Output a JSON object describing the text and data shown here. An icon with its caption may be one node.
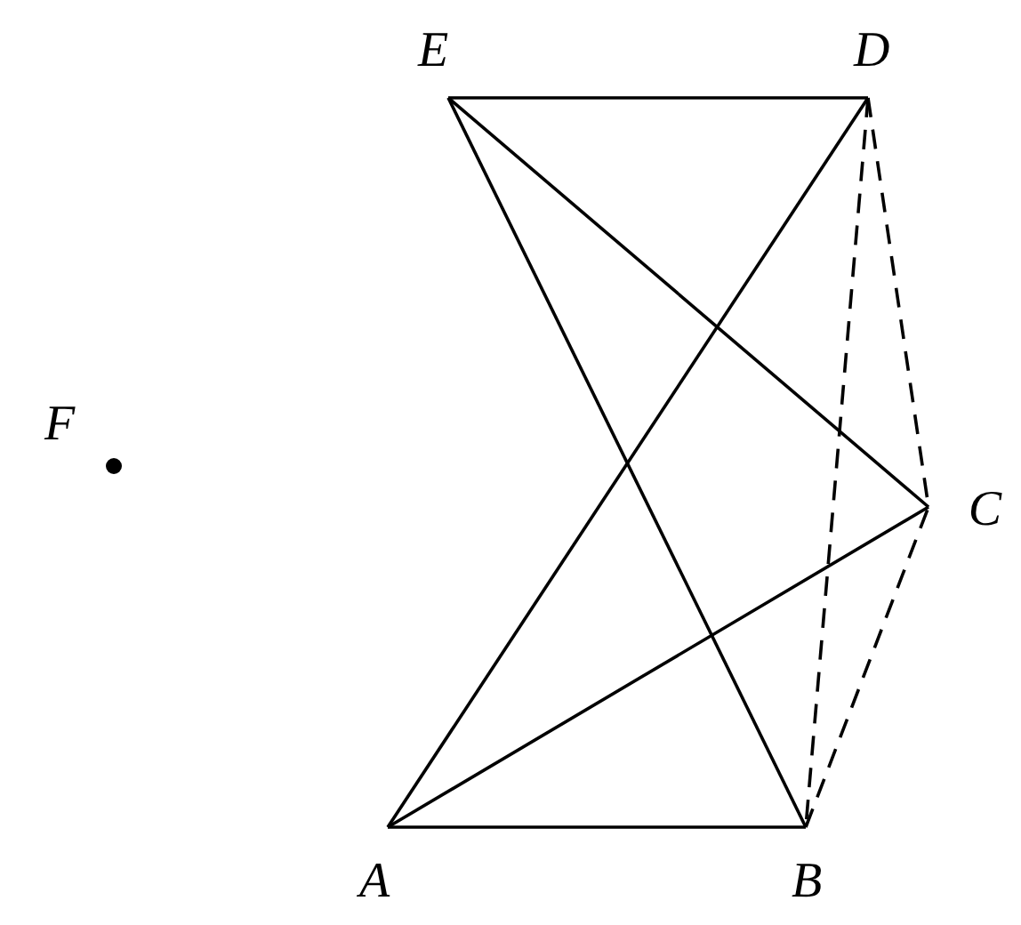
{
  "diagram": {
    "nodes": [
      {
        "text": [
          "E"
        ]
      },
      {
        "text": [
          "D"
        ]
      },
      {
        "text": [
          "F"
        ]
      },
      {
        "text": [
          "C"
        ]
      },
      {
        "text": [
          "A"
        ]
      },
      {
        "text": [
          "B"
        ]
      }
    ],
    "edges": [
      {
        "from": 0,
        "to": 1,
        "arrow": "none"
      },
      {
        "from": 0,
        "to": 3,
        "arrow": "none"
      },
      {
        "from": 0,
        "to": 5,
        "arrow": "none"
      },
      {
        "from": 1,
        "to": 4,
        "arrow": "none"
      },
      {
        "from": 1,
        "to": 3,
        "arrow": "none",
        "style": "dashed"
      },
      {
        "from": 1,
        "to": 5,
        "arrow": "none",
        "style": "dashed"
      },
      {
        "from": 4,
        "to": 3,
        "arrow": "none"
      },
      {
        "from": 4,
        "to": 5,
        "arrow": "none"
      },
      {
        "from": 5,
        "to": 3,
        "arrow": "none",
        "style": "dashed"
      }
    ]
  }
}
